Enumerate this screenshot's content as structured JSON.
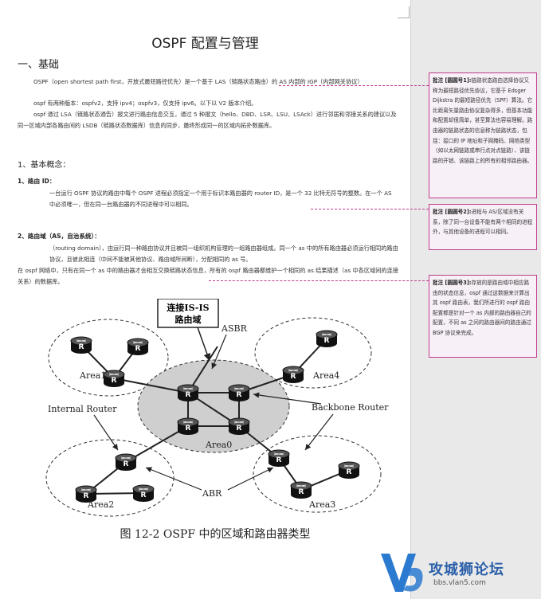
{
  "document": {
    "title": "OSPF 配置与管理",
    "section1": "一、基础",
    "p1": "OSPF（open shortest path first，开放式最短路径优先）是一个基于 LAS（链路状态路由）的 AS 内部的 IGP（内部网关协议）",
    "p2": "ospf 有两种版本：ospfv2，支持 ipv4；ospfv3，仅支持 ipv6。以下以 V2 版本介绍。",
    "p3": "ospf 通过 LSA（链路状态通告）报文进行路由信息交互，通过 5 种报文（hello、DBD、LSR、LSU、LSAck）进行邻居和邻接关系的建议以及同一区域内部各路由间的 LSDB（链路状态数据库）信息的同步，最终形成同一的区域内拓扑数据库。",
    "subheading": "1、基本概念：",
    "h_router_id": "1、路由 ID：",
    "p_router_id": "一台运行 OSPF 协议的路由中每个 OSPF 进程必须指定一个用于标识本路由器的 router ID，是一个 32 比特无符号的整数。在一个 AS 中必须唯一，但在同一台路由器的不同进程中可以相同。",
    "h_domain": "2、路由域（AS，自治系统）：",
    "p_domain_a": "（routing domain），由运行同一种路由协议并且被同一组织机构管理的一组路由器组成。同一个 as 中的所有路由器必须运行相同的路由协议，且彼此相连（中间不能被其他协议、路由域所间断），分配相同的 as 号。",
    "p_domain_b": "在 ospf 网络中，只有在同一个 as 中的路由器才会相互交换链路状态信息，所有的 ospf 路由器都维护一个相同的 as 结果描述（as 中各区域间的连接关系）的数据库。"
  },
  "figure": {
    "callout": "连接IS-IS\n路由域",
    "labels": {
      "asbr": "ASBR",
      "area1": "Area1",
      "area4": "Area4",
      "area0": "Area0",
      "area2": "Area2",
      "area3": "Area3",
      "internal_router": "Internal Router",
      "backbone_router": "Backbone Router",
      "abr": "ABR",
      "router_glyph": "R"
    },
    "caption": "图 12-2   OSPF 中的区域和路由器类型"
  },
  "comments": [
    {
      "tag": "批注 [圆圆号1]:",
      "text": "链路状态路由选择协议又称为最短路径优先协议，它基于 Edsger Dijkstra 的最短路径优先（SPF）算法。它比距离矢量路由协议复杂得多，但基本功能和配置却很简单，甚至算法也容易理解。路由器的链路状态的信息称为链路状态，包括：接口的 IP 地址和子网掩码、网络类型（如以太网链路或串行点对点链路）、该链路的开销、该链路上的所有的相邻路由器。"
    },
    {
      "tag": "批注 [圆圆号2]:",
      "text": "进程与 AS/区域没有关系，除了同一台设备不能有两个相同的进程外，与其他设备的进程可以相同。"
    },
    {
      "tag": "批注 [圆圆号3]:",
      "text": "存放的是路由域中相应路由的状态信息，ospf 通过这数据来计算出其 ospf 路由表，我们所进行的 ospf 路由配置都是针对一个 as 内部的路由器自己的配置，不同 as 之间的路由器间的路由通过 BGP 协议来完成。"
    }
  ],
  "watermark": {
    "brand": "攻城狮论坛",
    "url": "bbs.vlan5.com",
    "logo_mark": "V5"
  }
}
